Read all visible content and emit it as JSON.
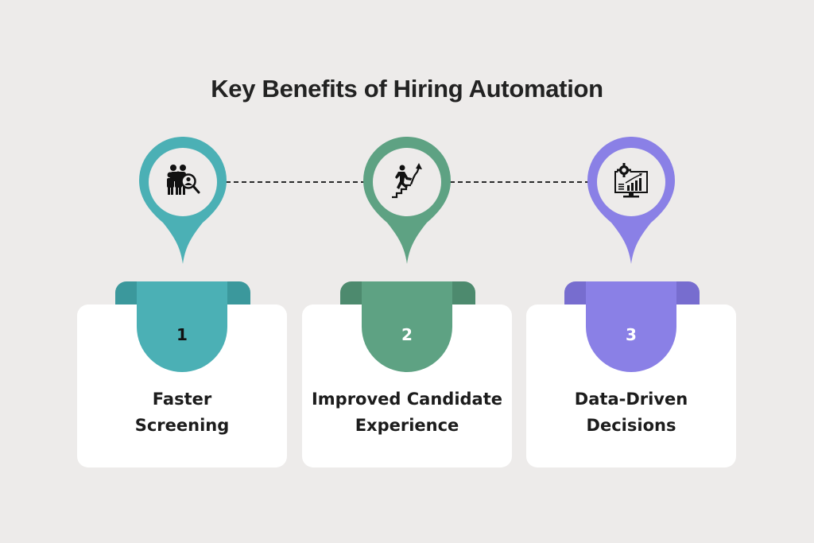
{
  "title": "Key Benefits of Hiring Automation",
  "colors": {
    "background": "#edebea",
    "teal": "#4bb0b5",
    "teal_dark": "#3b989c",
    "green": "#5ea283",
    "green_dark": "#4d8a6e",
    "purple": "#8a80e6",
    "purple_dark": "#776dcf"
  },
  "steps": [
    {
      "number": "1",
      "label_line1": "Faster",
      "label_line2": "Screening",
      "icon": "team-search-icon",
      "color": "#4bb0b5"
    },
    {
      "number": "2",
      "label_line1": "Improved Candidate",
      "label_line2": "Experience",
      "icon": "climbing-stairs-growth-icon",
      "color": "#5ea283"
    },
    {
      "number": "3",
      "label_line1": "Data-Driven",
      "label_line2": "Decisions",
      "icon": "analytics-monitor-gear-icon",
      "color": "#8a80e6"
    }
  ]
}
